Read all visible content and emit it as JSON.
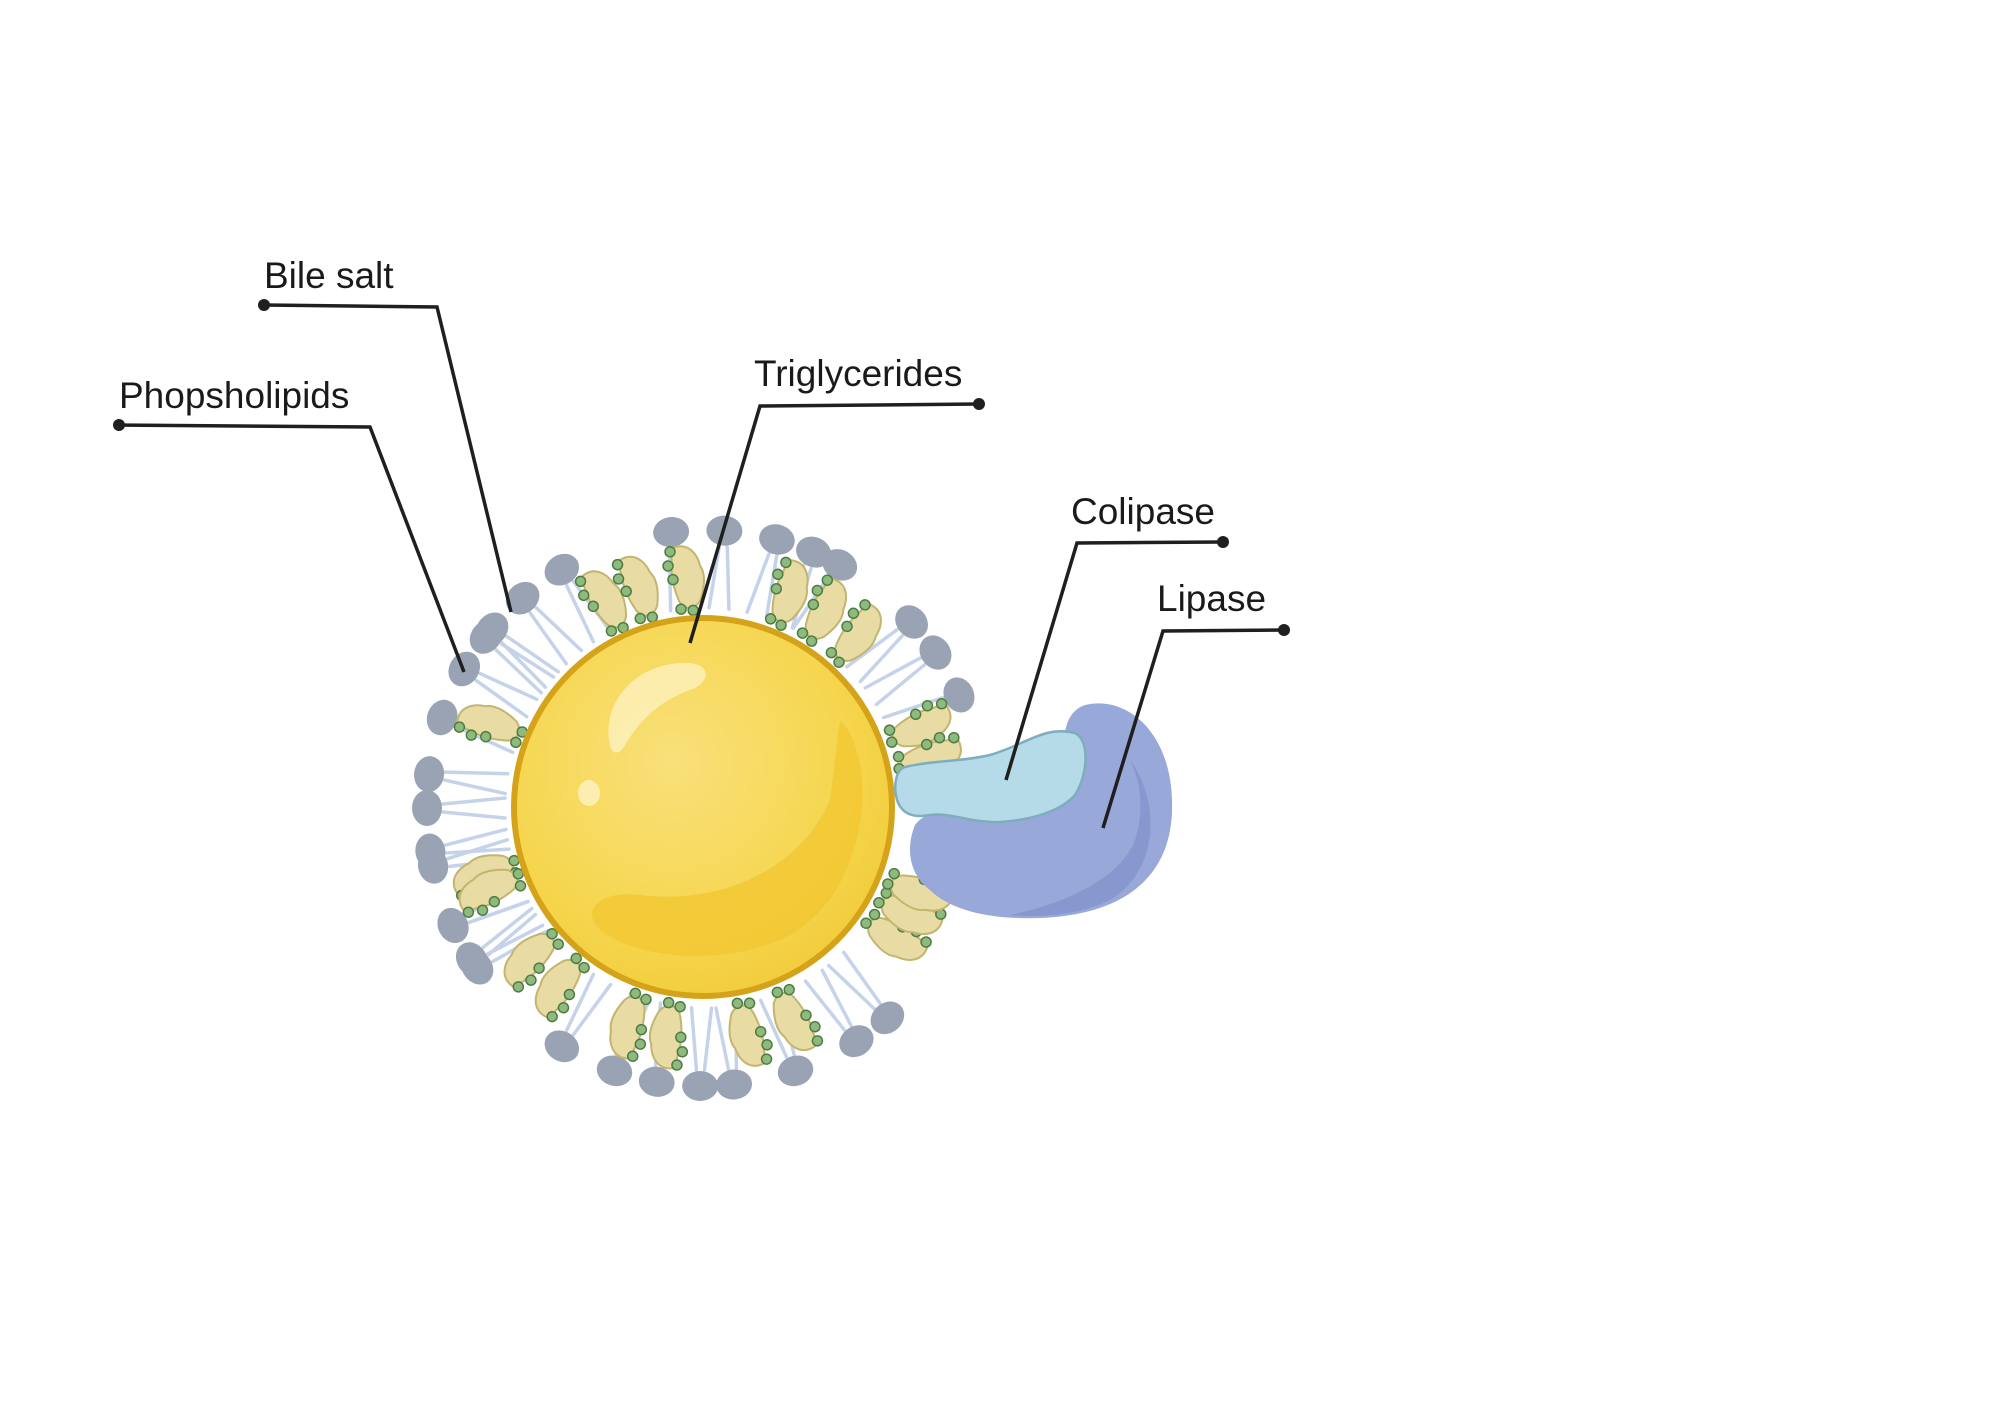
{
  "diagram": {
    "labels": {
      "bile_salt": "Bile salt",
      "phospholipids": "Phopsholipids",
      "triglycerides": "Triglycerides",
      "colipase": "Colipase",
      "lipase": "Lipase"
    },
    "colors": {
      "triglyceride_core": "#f6d64f",
      "triglyceride_rim": "#d4a319",
      "phospholipid_head": "#9aa3b4",
      "phospholipid_tail": "#c5d3ea",
      "bile_salt_body": "#e8dca4",
      "bile_salt_bead": "#8fba7e",
      "colipase": "#b5dbe8",
      "lipase": "#97a8d9",
      "leader_line": "#1f1f1f"
    }
  }
}
